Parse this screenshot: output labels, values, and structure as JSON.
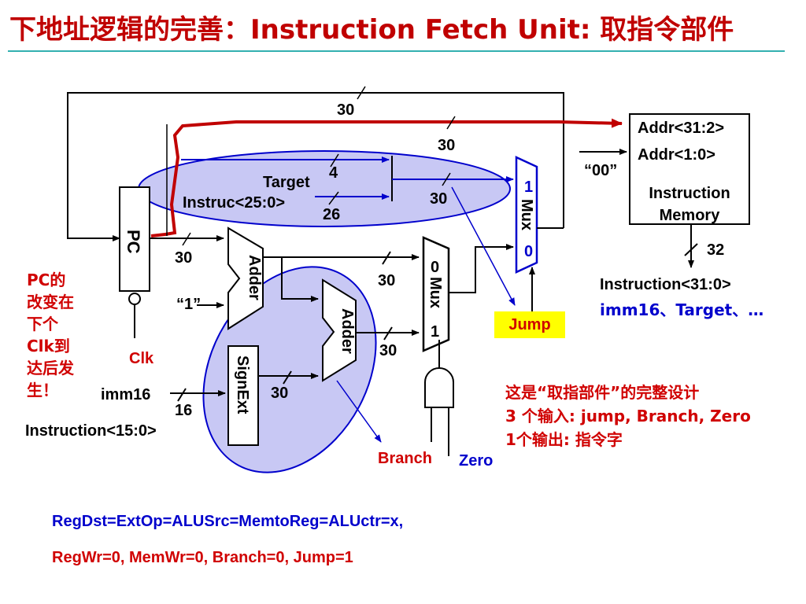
{
  "title": "下地址逻辑的完善：Instruction Fetch Unit: 取指令部件",
  "labels": {
    "bus_top": "30",
    "bus_addr": "30",
    "bus_target": "30",
    "target": "Target",
    "target_bits": "4",
    "instruc": "Instruc<25:0>",
    "instruc_bits": "26",
    "pc": "PC",
    "pc_out": "30",
    "one": "“1”",
    "adder1": "Adder",
    "adder2": "Adder",
    "adder1_out": "30",
    "adder2_out": "30",
    "signext": "SignExt",
    "signext_out": "30",
    "imm16": "imm16",
    "imm16_bits": "16",
    "instruction_15_0": "Instruction<15:0>",
    "clk": "Clk",
    "mux_jump": "Mux",
    "mux_jump_top": "1",
    "mux_jump_bottom": "0",
    "mux_branch": "Mux",
    "mux_branch_top": "0",
    "mux_branch_bottom": "1",
    "jump": "Jump",
    "branch": "Branch",
    "zero": "Zero",
    "addr_31_2": "Addr<31:2>",
    "addr_1_0": "Addr<1:0>",
    "zeros": "“00”",
    "imem": "Instruction\nMemory",
    "imem_out": "32",
    "instruction_31_0": "Instruction<31:0>",
    "instruction_fields": "imm16、Target、…"
  },
  "pc_note": [
    "PC的",
    "改变在",
    "下个",
    "Clk到",
    "达后发",
    "生！"
  ],
  "note": [
    "这是“取指部件”的完整设计",
    "3 个输入: jump, Branch, Zero",
    "1个输出: 指令字"
  ],
  "control_line1": "RegDst=ExtOp=ALUSrc=MemtoReg=ALUctr=x,",
  "control_line2": "RegWr=0, MemWr=0, Branch=0, Jump=1",
  "colors": {
    "title": "#c00000",
    "accent_red": "#d00000",
    "blue": "#0000cc",
    "highlight_fill": "#c8c8f4",
    "highlight_stroke": "#0000cc",
    "rule": "#33b0b0",
    "jump_box": "#ffff00"
  }
}
